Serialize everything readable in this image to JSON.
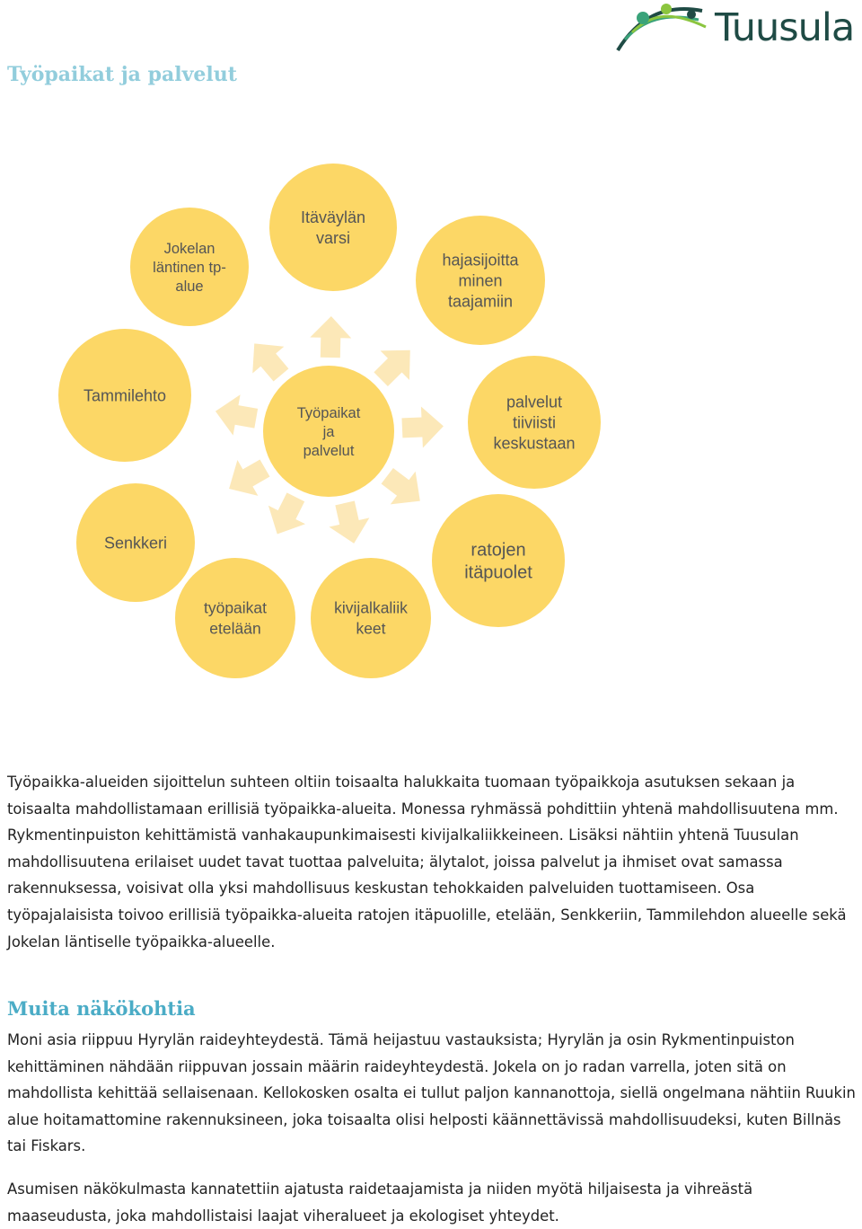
{
  "header": {
    "logo_text": "Tuusula",
    "page_title": "Työpaikat ja palvelut"
  },
  "diagram": {
    "center": [
      "Työpaikat",
      "ja",
      "palvelut"
    ],
    "nodes": [
      {
        "id": "itavaylan",
        "lines": [
          "Itäväylän",
          "varsi"
        ]
      },
      {
        "id": "hajasijoittaminen",
        "lines": [
          "hajasijoitta",
          "minen",
          "taajamiin"
        ]
      },
      {
        "id": "palvelut-tiiviisti",
        "lines": [
          "palvelut",
          "tiiviisti",
          "keskustaan"
        ]
      },
      {
        "id": "ratojen-itapuolet",
        "lines": [
          "ratojen",
          "itäpuolet"
        ]
      },
      {
        "id": "kivijalkaliikkeet",
        "lines": [
          "kivijalkaliik",
          "keet"
        ]
      },
      {
        "id": "tyopaikat-etelaan",
        "lines": [
          "työpaikat",
          "etelään"
        ]
      },
      {
        "id": "senkkeri",
        "lines": [
          "Senkkeri"
        ]
      },
      {
        "id": "tammilehto",
        "lines": [
          "Tammilehto"
        ]
      },
      {
        "id": "jokelan",
        "lines": [
          "Jokelan",
          "läntinen tp-",
          "alue"
        ]
      }
    ],
    "colors": {
      "bubble": "#fcd766",
      "arrow": "#fce8b8"
    }
  },
  "body": {
    "paragraph1": "Työpaikka-alueiden sijoittelun suhteen oltiin toisaalta halukkaita tuomaan työpaikkoja asutuksen sekaan ja toisaalta mahdollistamaan erillisiä työpaikka-alueita. Monessa ryhmässä pohdittiin yhtenä mahdollisuutena mm. Rykmentinpuiston kehittämistä vanhakaupunkimaisesti kivijalkaliikkeineen. Lisäksi nähtiin yhtenä Tuusulan mahdollisuutena erilaiset uudet tavat tuottaa palveluita; älytalot, joissa palvelut ja ihmiset ovat samassa rakennuksessa, voisivat olla yksi mahdollisuus keskustan tehokkaiden palveluiden tuottamiseen. Osa työpajalaisista toivoo erillisiä työpaikka-alueita ratojen itäpuolille, etelään, Senkkeriin, Tammilehdon alueelle sekä Jokelan läntiselle työpaikka-alueelle.",
    "section2_title": "Muita näkökohtia",
    "paragraph2": "Moni asia riippuu Hyrylän raideyhteydestä. Tämä heijastuu vastauksista; Hyrylän ja osin Rykmentinpuiston kehittäminen nähdään riippuvan jossain määrin raideyhteydestä. Jokela on jo radan varrella, joten sitä on mahdollista kehittää sellaisenaan. Kellokosken osalta ei tullut paljon kannanottoja, siellä ongelmana nähtiin Ruukin alue hoitamattomine rakennuksineen, joka toisaalta olisi helposti käännettävissä mahdollisuudeksi, kuten Billnäs tai Fiskars.",
    "paragraph3": "Asumisen näkökulmasta kannatettiin ajatusta raidetaajamista ja niiden myötä hiljaisesta ja vihreästä maaseudusta, joka mahdollistaisi laajat viheralueet ja ekologiset yhteydet."
  }
}
